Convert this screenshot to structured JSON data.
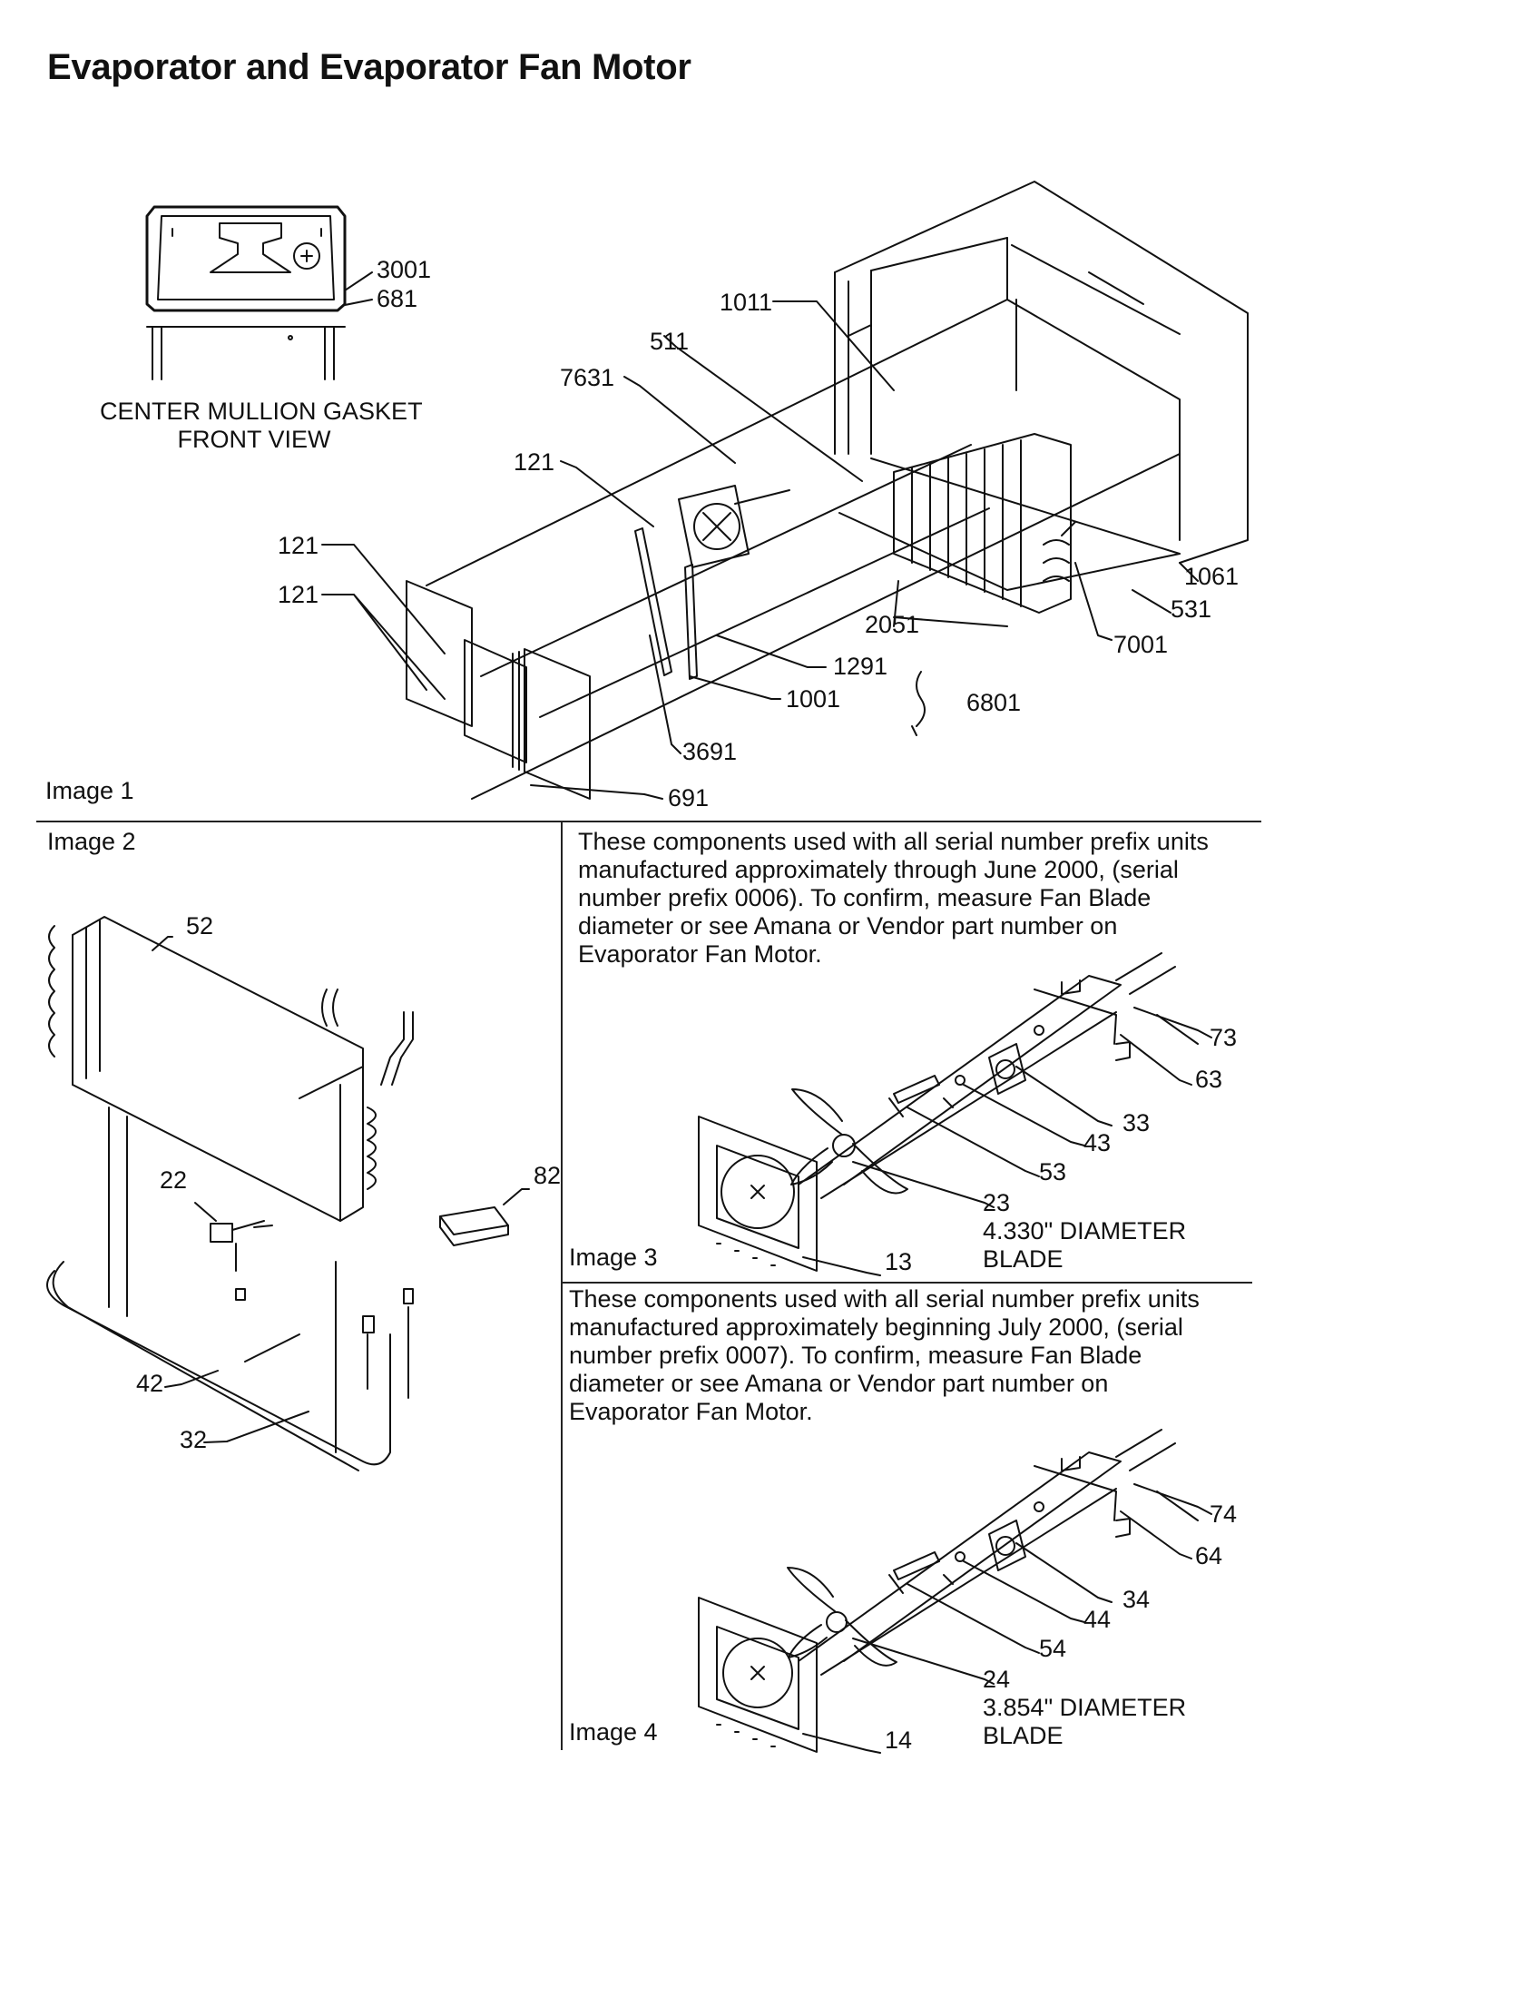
{
  "title": "Evaporator and Evaporator Fan Motor",
  "image1": {
    "label": "Image 1",
    "gasket_caption": [
      "CENTER MULLION GASKET",
      "FRONT VIEW"
    ],
    "part_numbers": {
      "p3001": "3001",
      "p681": "681",
      "p1011": "1011",
      "p511": "511",
      "p7631": "7631",
      "p121a": "121",
      "p121b": "121",
      "p121c": "121",
      "p1061": "1061",
      "p531": "531",
      "p2051": "2051",
      "p7001": "7001",
      "p1291": "1291",
      "p1001": "1001",
      "p6801": "6801",
      "p3691": "3691",
      "p691": "691"
    }
  },
  "image2": {
    "label": "Image 2",
    "part_numbers": {
      "p52": "52",
      "p82": "82",
      "p22": "22",
      "p42": "42",
      "p32": "32"
    }
  },
  "image3": {
    "label": "Image 3",
    "note": [
      "These components used with all serial number prefix units",
      "manufactured approximately through June 2000, (serial",
      "number prefix 0006). To confirm, measure Fan Blade",
      "diameter or see Amana or Vendor part number on",
      "Evaporator Fan Motor."
    ],
    "part_numbers": {
      "p73": "73",
      "p63": "63",
      "p33": "33",
      "p43": "43",
      "p53": "53",
      "p23": "23",
      "p13": "13"
    },
    "blade_caption": [
      "4.330\" DIAMETER",
      "BLADE"
    ]
  },
  "image4": {
    "label": "Image 4",
    "note": [
      "These components used with all serial number prefix units",
      "manufactured approximately beginning July 2000, (serial",
      "number prefix 0007). To confirm, measure Fan Blade",
      "diameter or see Amana or Vendor part number on",
      "Evaporator Fan Motor."
    ],
    "part_numbers": {
      "p74": "74",
      "p64": "64",
      "p34": "34",
      "p44": "44",
      "p54": "54",
      "p24": "24",
      "p14": "14"
    },
    "blade_caption": [
      "3.854\" DIAMETER",
      "BLADE"
    ]
  }
}
